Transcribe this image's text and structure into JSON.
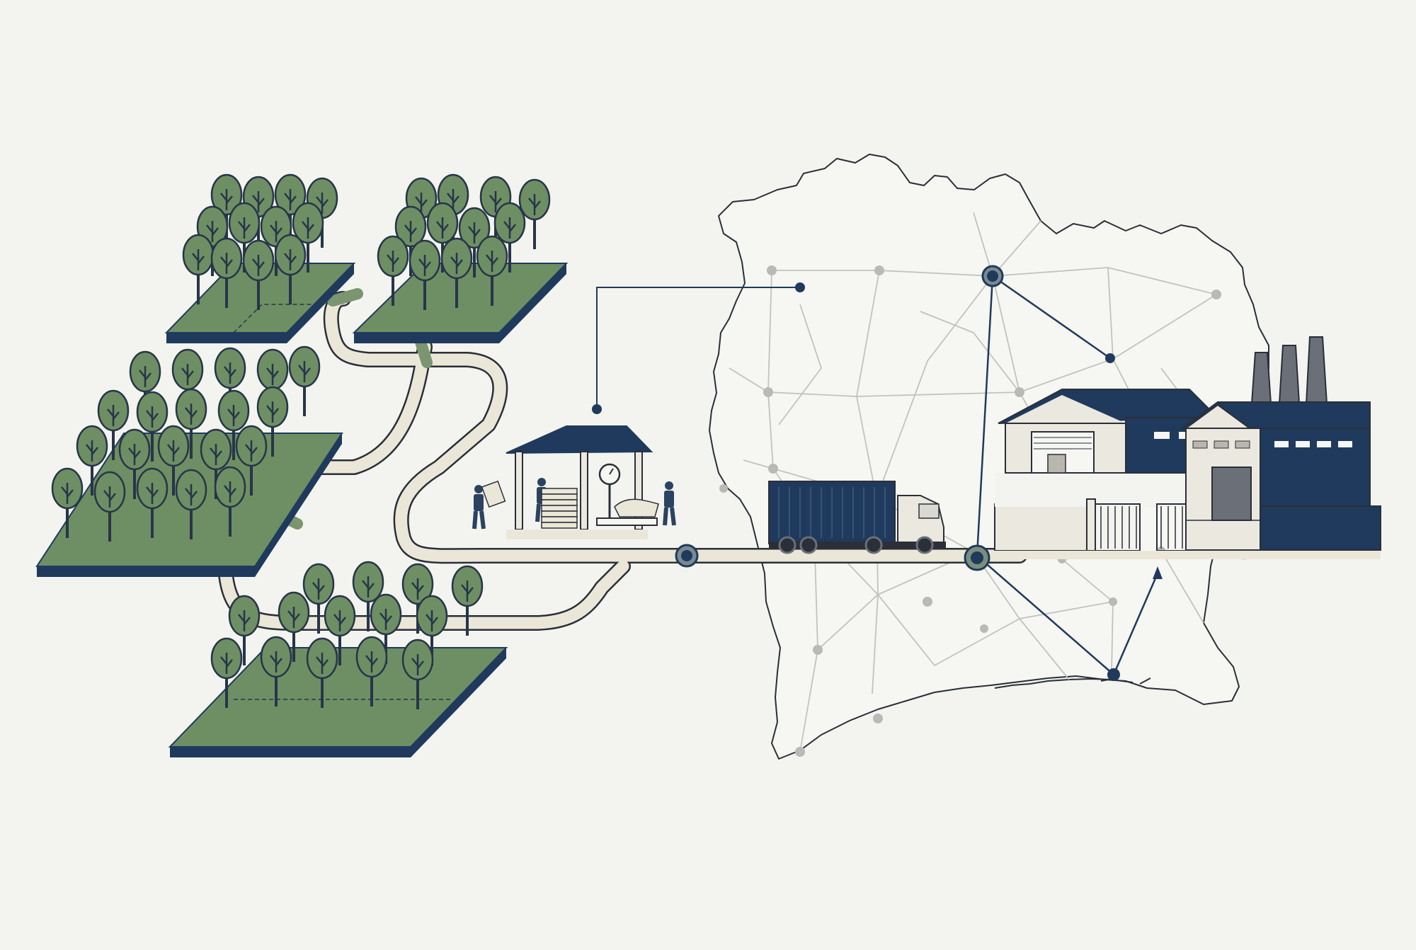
{
  "diagram": {
    "nodes": [
      {
        "id": "plantation-1",
        "kind": "plantation"
      },
      {
        "id": "plantation-2",
        "kind": "plantation"
      },
      {
        "id": "plantation-3",
        "kind": "plantation"
      },
      {
        "id": "plantation-4",
        "kind": "plantation"
      },
      {
        "id": "collection-shed",
        "kind": "weighing-and-collection-point"
      },
      {
        "id": "truck",
        "kind": "transport"
      },
      {
        "id": "warehouse",
        "kind": "warehouse"
      },
      {
        "id": "factory",
        "kind": "processing-factory"
      },
      {
        "id": "port",
        "kind": "port"
      }
    ],
    "edges": [
      {
        "from": "plantation-1",
        "to": "collection-shed"
      },
      {
        "from": "plantation-2",
        "to": "collection-shed"
      },
      {
        "from": "plantation-3",
        "to": "collection-shed"
      },
      {
        "from": "plantation-4",
        "to": "collection-shed"
      },
      {
        "from": "collection-shed",
        "to": "truck"
      },
      {
        "from": "truck",
        "to": "warehouse"
      },
      {
        "from": "warehouse",
        "to": "port"
      },
      {
        "from": "port",
        "to": "factory"
      }
    ]
  },
  "colors": {
    "background": "#f3f4ef",
    "navy": "#1f3a5c",
    "forest_green": "#6e8f63",
    "tree_dark": "#4f7350",
    "path_fill": "#ebe7d8",
    "map_road": "#c2c2bf",
    "map_node": "#b9b9b6",
    "building_light": "#ebe8df"
  },
  "icons": [
    "tree-icon",
    "truck-icon",
    "worker-icon",
    "scale-icon",
    "factory-icon",
    "warehouse-icon",
    "chimney-icon"
  ]
}
